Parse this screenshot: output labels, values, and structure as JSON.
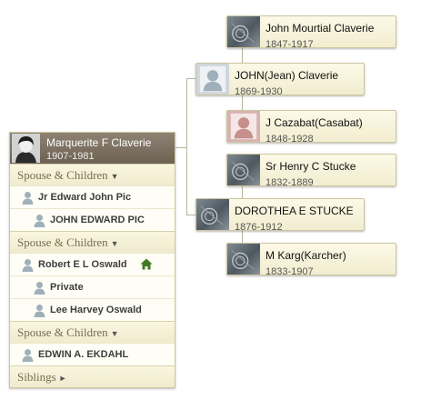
{
  "ancestors": {
    "paternal_grandfather": {
      "name": "John Mourtial Claverie",
      "dates": "1847-1917"
    },
    "father": {
      "name": "JOHN(Jean) Claverie",
      "dates": "1869-1930"
    },
    "paternal_grandmother": {
      "name": "J Cazabat(Casabat)",
      "dates": "1848-1928"
    },
    "maternal_grandfather": {
      "name": "Sr Henry C Stucke",
      "dates": "1832-1889"
    },
    "mother": {
      "name": "DOROTHEA E STUCKE",
      "dates": "1876-1912"
    },
    "maternal_grandmother": {
      "name": "M Karg(Karcher)",
      "dates": "1833-1907"
    }
  },
  "focus": {
    "name": "Marquerite F Claverie",
    "dates": "1907-1981",
    "families": [
      {
        "section_label": "Spouse & Children",
        "spouse": "Jr Edward John Pic",
        "children": [
          "JOHN EDWARD PIC"
        ]
      },
      {
        "section_label": "Spouse & Children",
        "spouse": "Robert E L Oswald",
        "children": [
          "Private",
          "Lee Harvey Oswald"
        ]
      },
      {
        "section_label": "Spouse & Children",
        "spouse": "EDWIN A. EKDAHL",
        "children": []
      }
    ],
    "siblings_label": "Siblings"
  },
  "colors": {
    "accent_home": "#3f7a25",
    "header_brown": "#7a6f5f",
    "card_bg": "#f7f3da",
    "connector": "#b9b49a"
  },
  "icons": [
    "portrait-photo",
    "generic-photo-icon",
    "male-silhouette-icon",
    "female-silhouette-icon",
    "home-icon",
    "caret-down-icon",
    "caret-right-icon"
  ]
}
